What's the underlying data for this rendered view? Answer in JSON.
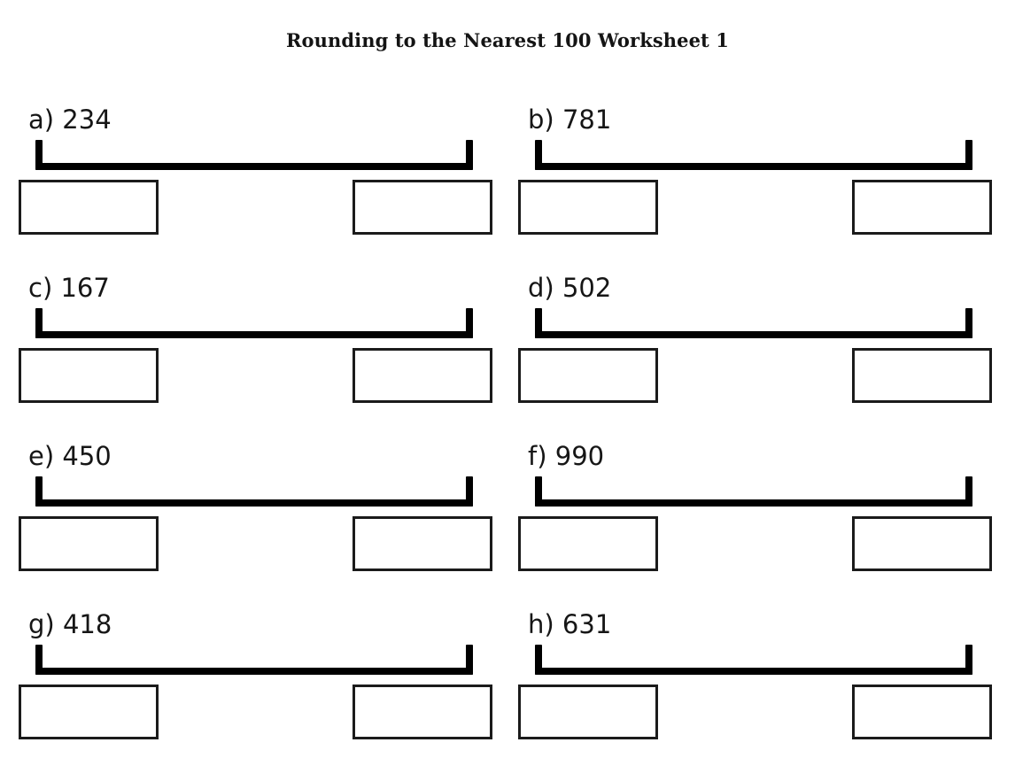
{
  "document": {
    "title": "Rounding to the Nearest 100 Worksheet 1",
    "page_background": "#ffffff",
    "ink_color": "#000000"
  },
  "problems": [
    {
      "label": "a) 234",
      "letter": "a",
      "number": "234"
    },
    {
      "label": "b) 781",
      "letter": "b",
      "number": "781"
    },
    {
      "label": "c) 167",
      "letter": "c",
      "number": "167"
    },
    {
      "label": "d) 502",
      "letter": "d",
      "number": "502"
    },
    {
      "label": "e) 450",
      "letter": "e",
      "number": "450"
    },
    {
      "label": "f) 990",
      "letter": "f",
      "number": "990"
    },
    {
      "label": "g) 418",
      "letter": "g",
      "number": "418"
    },
    {
      "label": "h) 631",
      "letter": "h",
      "number": "631"
    }
  ],
  "answer_fields": {
    "lower_value": "",
    "upper_value": ""
  }
}
